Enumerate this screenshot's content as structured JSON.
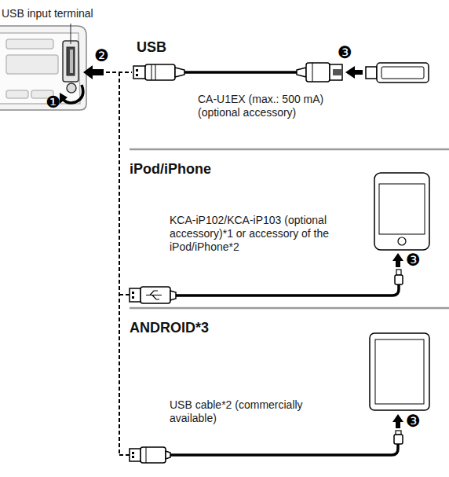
{
  "diagram": {
    "labels": [
      "USB input terminal",
      "❷",
      "❶",
      "USB",
      "CA-U1EX (max.: 500 mA) (optional accessory)",
      "❸",
      "iPod/iPhone",
      "KCA-iP102/KCA-iP103 (optional accessory)*1 or accessory of the iPod/iPhone*2",
      "❸",
      "ANDROID*3",
      "USB cable*2 (commercially available)",
      "❸"
    ]
  }
}
